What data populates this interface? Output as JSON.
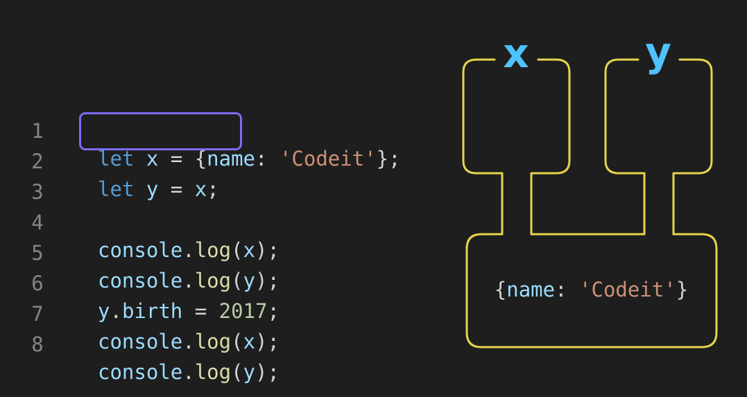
{
  "code_lines": [
    {
      "number": "1",
      "tokens": [
        {
          "t": "let",
          "c": "kw"
        },
        {
          "t": " ",
          "c": "punc"
        },
        {
          "t": "x",
          "c": "var"
        },
        {
          "t": " = {",
          "c": "punc"
        },
        {
          "t": "name",
          "c": "var"
        },
        {
          "t": ": ",
          "c": "punc"
        },
        {
          "t": "'Codeit'",
          "c": "str"
        },
        {
          "t": "};",
          "c": "punc"
        }
      ]
    },
    {
      "number": "2",
      "tokens": [
        {
          "t": "let",
          "c": "kw"
        },
        {
          "t": " ",
          "c": "punc"
        },
        {
          "t": "y",
          "c": "var"
        },
        {
          "t": " = ",
          "c": "punc"
        },
        {
          "t": "x",
          "c": "var"
        },
        {
          "t": ";",
          "c": "punc"
        }
      ]
    },
    {
      "number": "3",
      "tokens": []
    },
    {
      "number": "4",
      "tokens": [
        {
          "t": "console",
          "c": "var"
        },
        {
          "t": ".",
          "c": "punc"
        },
        {
          "t": "log",
          "c": "fn"
        },
        {
          "t": "(",
          "c": "punc"
        },
        {
          "t": "x",
          "c": "var"
        },
        {
          "t": ");",
          "c": "punc"
        }
      ]
    },
    {
      "number": "5",
      "tokens": [
        {
          "t": "console",
          "c": "var"
        },
        {
          "t": ".",
          "c": "punc"
        },
        {
          "t": "log",
          "c": "fn"
        },
        {
          "t": "(",
          "c": "punc"
        },
        {
          "t": "y",
          "c": "var"
        },
        {
          "t": ");",
          "c": "punc"
        }
      ]
    },
    {
      "number": "6",
      "tokens": [
        {
          "t": "y",
          "c": "var"
        },
        {
          "t": ".",
          "c": "punc"
        },
        {
          "t": "birth",
          "c": "var"
        },
        {
          "t": " = ",
          "c": "punc"
        },
        {
          "t": "2017",
          "c": "num"
        },
        {
          "t": ";",
          "c": "punc"
        }
      ]
    },
    {
      "number": "7",
      "tokens": [
        {
          "t": "console",
          "c": "var"
        },
        {
          "t": ".",
          "c": "punc"
        },
        {
          "t": "log",
          "c": "fn"
        },
        {
          "t": "(",
          "c": "punc"
        },
        {
          "t": "x",
          "c": "var"
        },
        {
          "t": ");",
          "c": "punc"
        }
      ]
    },
    {
      "number": "8",
      "tokens": [
        {
          "t": "console",
          "c": "var"
        },
        {
          "t": ".",
          "c": "punc"
        },
        {
          "t": "log",
          "c": "fn"
        },
        {
          "t": "(",
          "c": "punc"
        },
        {
          "t": "y",
          "c": "var"
        },
        {
          "t": ");",
          "c": "punc"
        }
      ]
    }
  ],
  "diagram": {
    "label_x": "x",
    "label_y": "y",
    "object_tokens": [
      {
        "t": "{",
        "c": "punc"
      },
      {
        "t": "name",
        "c": "var"
      },
      {
        "t": ": ",
        "c": "punc"
      },
      {
        "t": "'Codeit'",
        "c": "str"
      },
      {
        "t": "}",
        "c": "punc"
      }
    ]
  },
  "colors": {
    "background": "#1e1e1e",
    "highlight_box": "#7b6cf6",
    "diagram_outline": "#e8d44d",
    "label": "#4fc1ff"
  }
}
